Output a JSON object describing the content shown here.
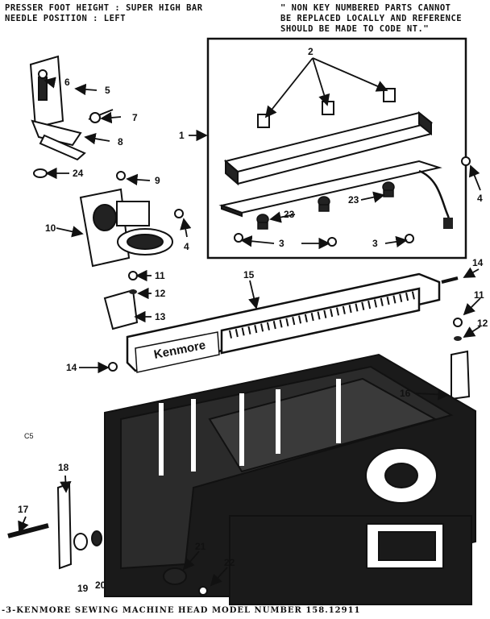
{
  "header": {
    "left_line1": "PRESSER FOOT HEIGHT : SUPER HIGH BAR",
    "left_line2": "NEEDLE POSITION : LEFT",
    "right_line1": "\" NON KEY NUMBERED PARTS CANNOT",
    "right_line2": "BE REPLACED LOCALLY AND REFERENCE",
    "right_line3": "SHOULD BE MADE TO CODE NT.\""
  },
  "side_code": "C5",
  "footer": "-3-KENMORE SEWING MACHINE HEAD MODEL NUMBER 158.12911",
  "brand_plate": "Kenmore",
  "callouts": {
    "c1": "1",
    "c2": "2",
    "c3a": "3",
    "c3b": "3",
    "c4a": "4",
    "c4b": "4",
    "c5": "5",
    "c6": "6",
    "c7": "7",
    "c8": "8",
    "c9": "9",
    "c10": "10",
    "c11a": "11",
    "c11b": "11",
    "c12a": "12",
    "c12b": "12",
    "c13": "13",
    "c14a": "14",
    "c14b": "14",
    "c15": "15",
    "c16": "16",
    "c17": "17",
    "c18": "18",
    "c19": "19",
    "c20": "20",
    "c21": "21",
    "c22": "22",
    "c23a": "23",
    "c23b": "23",
    "c24": "24"
  },
  "colors": {
    "ink": "#111111",
    "paper": "#ffffff"
  }
}
